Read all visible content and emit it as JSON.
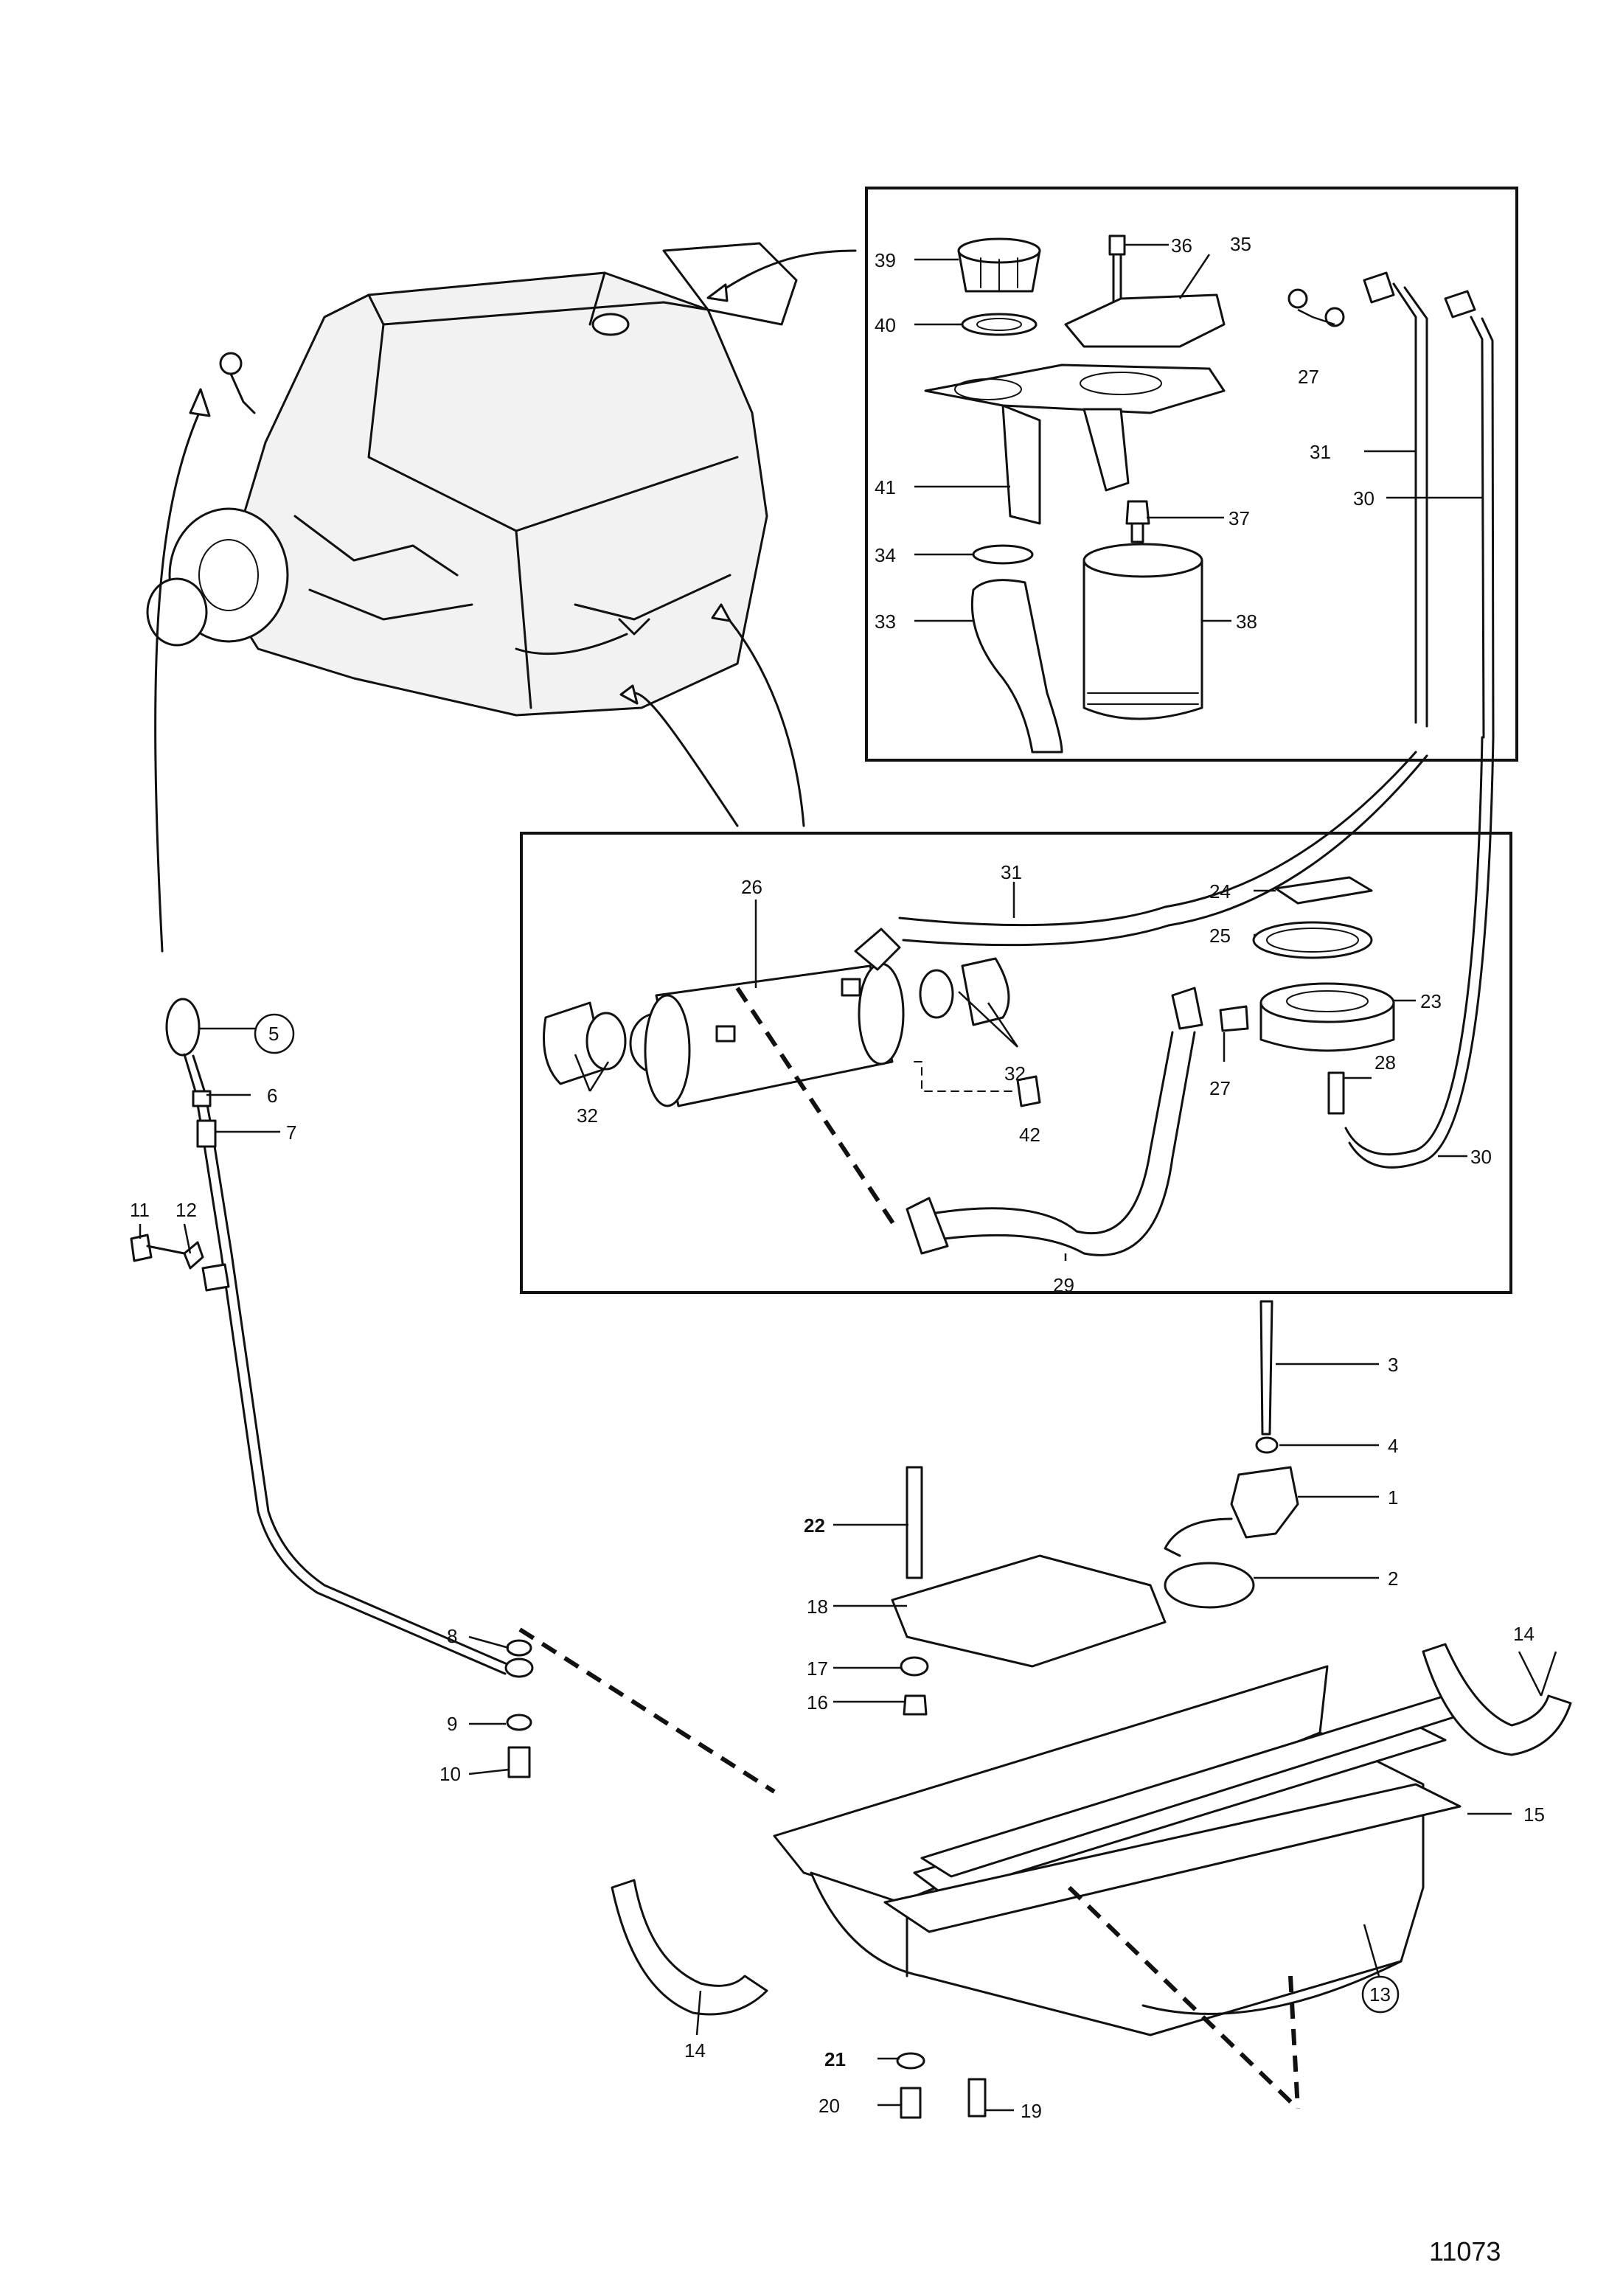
{
  "labels": {
    "l1": "1",
    "l2": "2",
    "l3": "3",
    "l4": "4",
    "l5": "5",
    "l6": "6",
    "l7": "7",
    "l8": "8",
    "l9": "9",
    "l10": "10",
    "l11": "11",
    "l12": "12",
    "l13": "13",
    "l14a": "14",
    "l14b": "14",
    "l15": "15",
    "l16": "16",
    "l17": "17",
    "l18": "18",
    "l19": "19",
    "l20": "20",
    "l21": "21",
    "l22": "22",
    "l23": "23",
    "l24": "24",
    "l25": "25",
    "l26": "26",
    "l27a": "27",
    "l27b": "27",
    "l28": "28",
    "l29": "29",
    "l30a": "30",
    "l30b": "30",
    "l31a": "31",
    "l31b": "31",
    "l32a": "32",
    "l32b": "32",
    "l33": "33",
    "l34": "34",
    "l35": "35",
    "l36": "36",
    "l37": "37",
    "l38": "38",
    "l39": "39",
    "l40": "40",
    "l41": "41",
    "l42": "42"
  },
  "figure_number": "11073"
}
